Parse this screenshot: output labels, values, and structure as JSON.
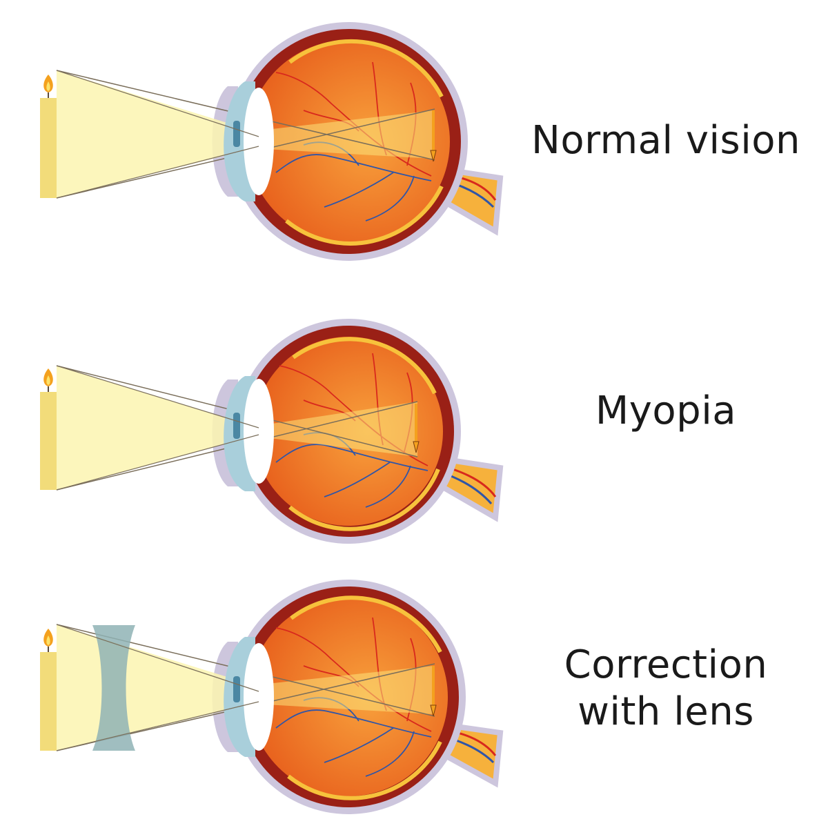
{
  "panels": [
    {
      "id": "normal",
      "label_lines": [
        "Normal vision"
      ]
    },
    {
      "id": "myopia",
      "label_lines": [
        "Myopia"
      ]
    },
    {
      "id": "corrected",
      "label_lines": [
        "Correction",
        "with lens"
      ]
    }
  ],
  "colors": {
    "light_beam": "#fbf5b0",
    "candle": "#f2dc7a",
    "flame": "#f4a11e",
    "sclera": "#cdc6dd",
    "choroid": "#9a2016",
    "vitreous": "#ee7a28",
    "retina": "#f7c23c",
    "cornea": "#a9cfdb",
    "lens": "#ffffff",
    "iris": "#4b87a3",
    "artery": "#d8281d",
    "vein": "#2f55a8",
    "optic_nerve": "#f6b13c",
    "concave_lens": "#8fb3b5"
  }
}
